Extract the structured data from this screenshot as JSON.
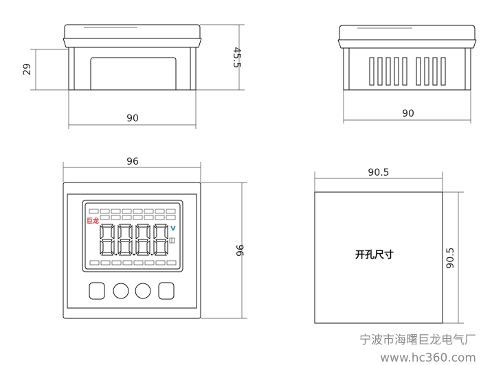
{
  "diagram": {
    "top_left_view": {
      "height_body": "29",
      "height_total": "45.5",
      "width": "90"
    },
    "top_right_view": {
      "width": "90"
    },
    "front_view": {
      "width": "96",
      "height": "96",
      "logo_text": "巨龙",
      "unit_indicator": "V"
    },
    "cutout_view": {
      "width": "90.5",
      "height": "90.5",
      "label": "开孔尺寸"
    }
  },
  "watermark": {
    "company": "宁波市海曙巨龙电气厂",
    "url": "www.hc360.com"
  }
}
